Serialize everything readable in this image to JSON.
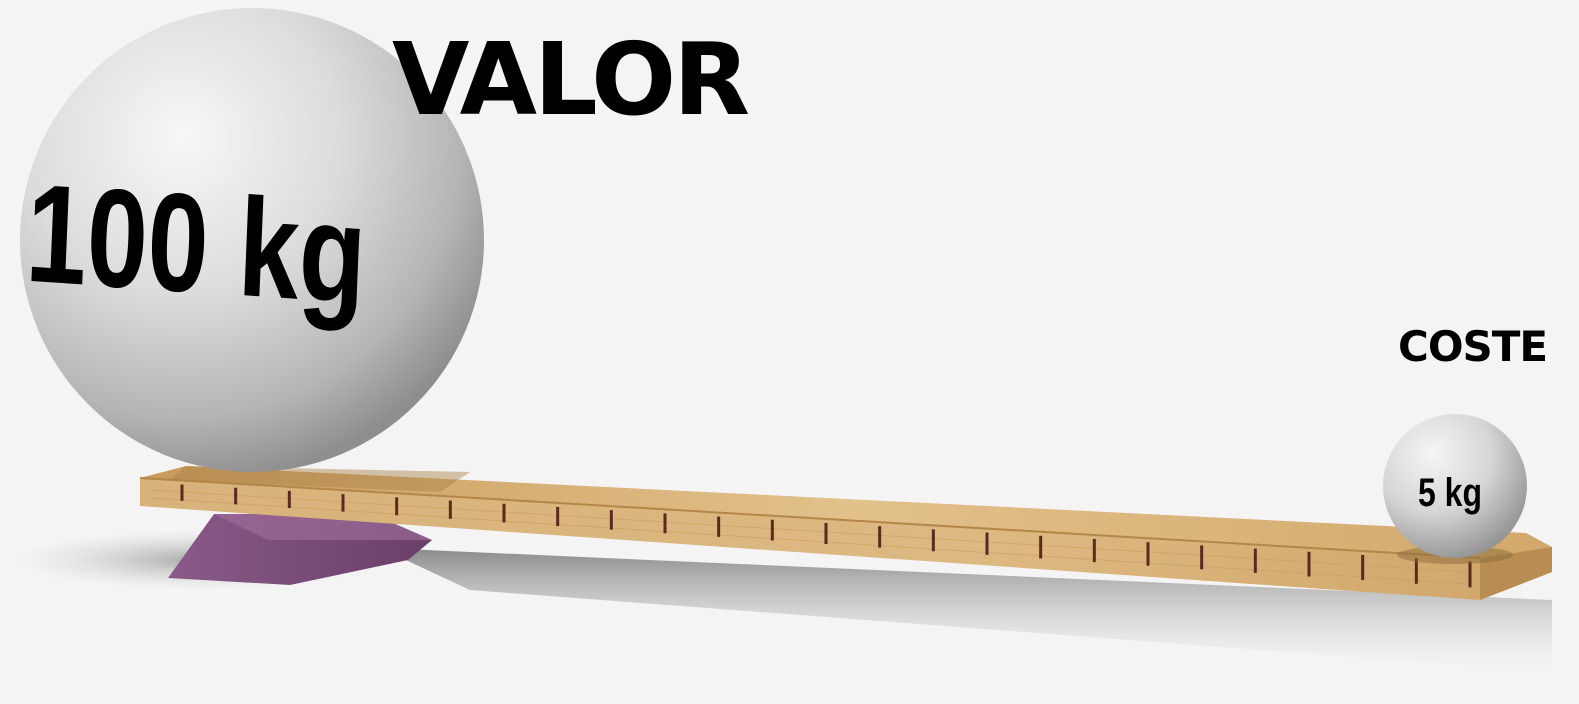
{
  "labels": {
    "value": "VALOR",
    "cost": "COSTE"
  },
  "big_weight": {
    "text": "100 kg",
    "mass_kg": 100
  },
  "small_weight": {
    "text": "5 kg",
    "mass_kg": 5
  },
  "colors": {
    "background": "#f4f4f4",
    "plank_wood": "#d9b277",
    "fulcrum": "#7b4a78",
    "ball": "#dcdcdc",
    "text": "#000000"
  },
  "icons": [
    "fulcrum-wedge",
    "plank-seesaw",
    "heavy-ball",
    "light-ball"
  ]
}
